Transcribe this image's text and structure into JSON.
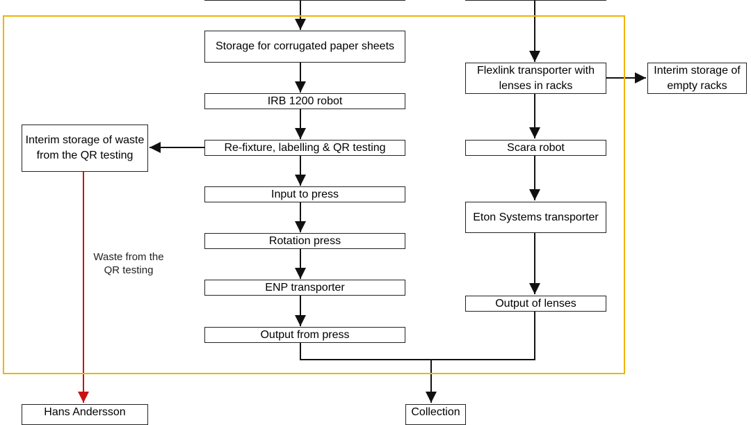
{
  "colors": {
    "frame": "#f0b400",
    "line": "#111111",
    "waste_line": "#cc1111",
    "box_border": "#222222"
  },
  "nodes": {
    "top_left_partial": "",
    "top_right_partial": "",
    "storage_corrugated": "Storage for corrugated paper sheets",
    "irb_robot": "IRB 1200 robot",
    "refixture": "Re-fixture, labelling & QR testing",
    "input_press": "Input to press",
    "rotation_press": "Rotation press",
    "enp_transporter": "ENP transporter",
    "output_press": "Output from press",
    "flexlink": "Flexlink transporter with lenses in racks",
    "interim_racks": "Interim storage of empty  racks",
    "scara": "Scara robot",
    "eton": "Eton Systems transporter",
    "output_lenses": "Output of lenses",
    "interim_waste": "Interim storage of waste from the QR testing",
    "hans": "Hans Andersson",
    "collection": "Collection"
  },
  "edge_labels": {
    "waste": "Waste from the QR testing"
  }
}
